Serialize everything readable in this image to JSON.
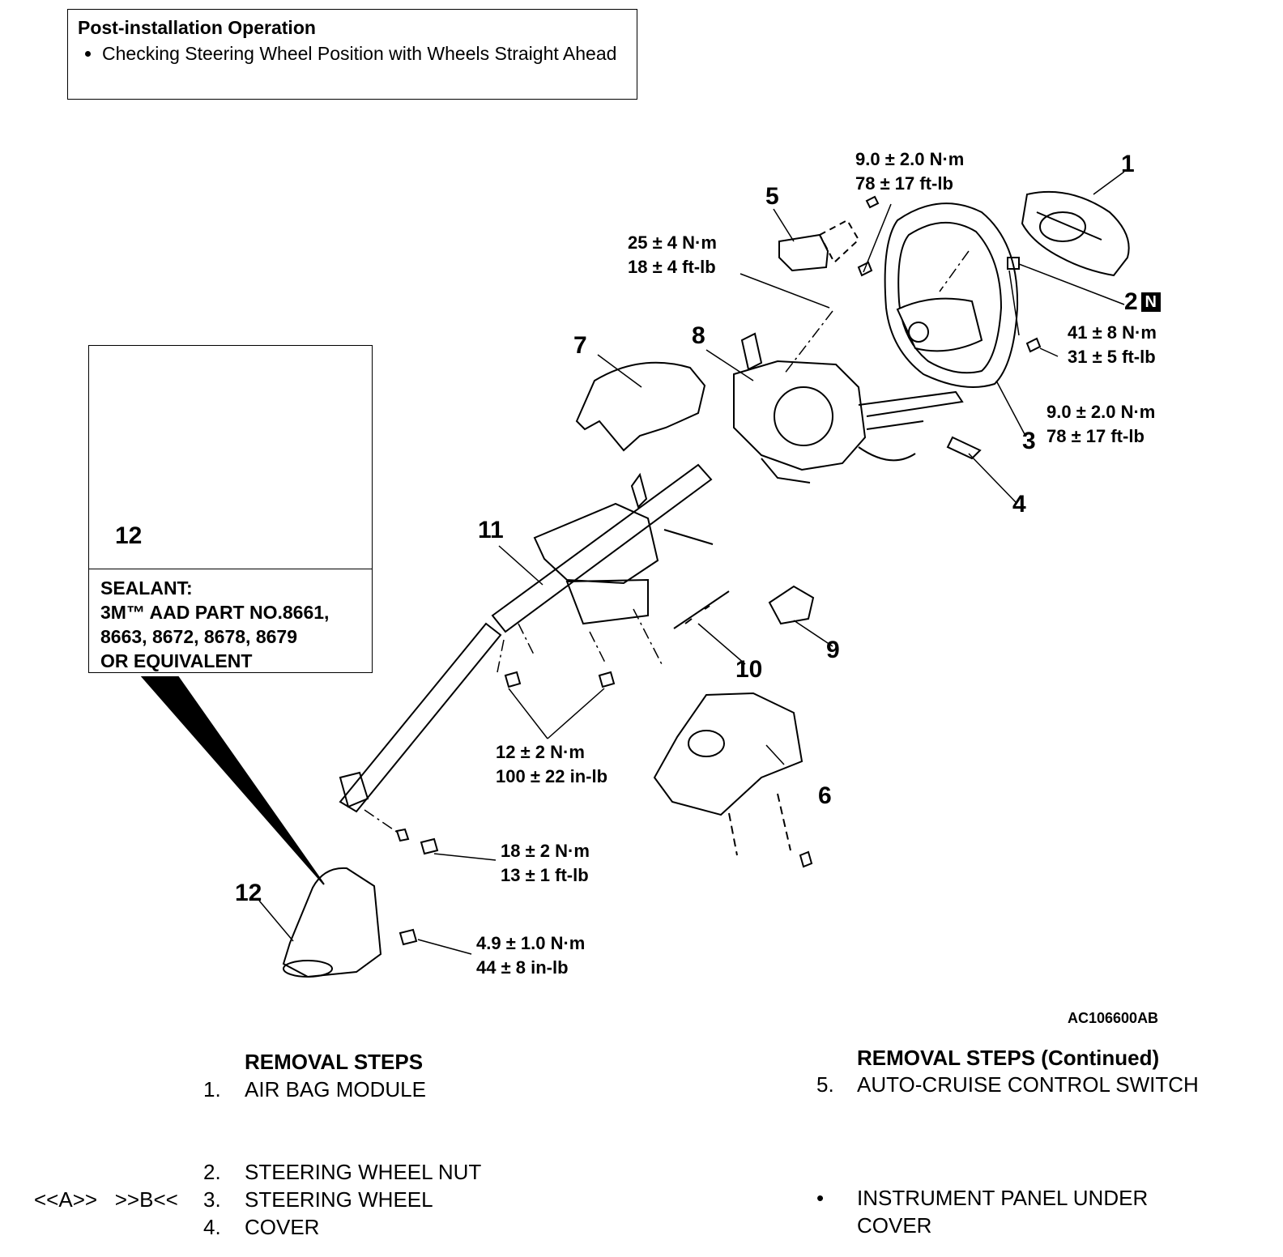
{
  "post_installation": {
    "title": "Post-installation Operation",
    "items": [
      "Checking Steering Wheel Position with Wheels Straight Ahead"
    ]
  },
  "inset": {
    "callout": "12",
    "sealant_lines": [
      "SEALANT:",
      "3M™ AAD PART NO.8661,",
      "8663, 8672, 8678, 8679",
      "OR EQUIVALENT"
    ]
  },
  "part_labels": [
    "1",
    "2",
    "3",
    "4",
    "5",
    "6",
    "7",
    "8",
    "9",
    "10",
    "11",
    "12"
  ],
  "badge_text": "N",
  "torques": {
    "t_top": [
      "9.0 ± 2.0 N·m",
      "78 ± 17 ft-lb"
    ],
    "t_25": [
      "25 ± 4 N·m",
      "18 ± 4 ft-lb"
    ],
    "t_41": [
      "41 ± 8 N·m",
      "31 ± 5 ft-lb"
    ],
    "t_9b": [
      "9.0 ± 2.0 N·m",
      "78 ± 17 ft-lb"
    ],
    "t_12": [
      "12 ± 2 N·m",
      "100 ± 22 in-lb"
    ],
    "t_18": [
      "18 ± 2 N·m",
      "13 ± 1 ft-lb"
    ],
    "t_49": [
      "4.9 ± 1.0 N·m",
      "44 ± 8 in-lb"
    ]
  },
  "figure_code": "AC106600AB",
  "removal_steps": {
    "heading": "REMOVAL STEPS",
    "s1": {
      "num": "1.",
      "text": "AIR BAG MODULE"
    },
    "s2": {
      "num": "2.",
      "text": "STEERING WHEEL NUT"
    },
    "s3": {
      "ref": "<<A>>   >>B<<",
      "num": "3.",
      "text": "STEERING WHEEL"
    },
    "s4": {
      "num": "4.",
      "text": "COVER"
    }
  },
  "removal_steps_continued": {
    "heading": "REMOVAL STEPS (Continued)",
    "s5": {
      "num": "5.",
      "text": "AUTO-CRUISE CONTROL SWITCH"
    },
    "bullet": {
      "mark": "•",
      "text_lines": [
        "INSTRUMENT PANEL UNDER",
        "COVER"
      ]
    }
  }
}
